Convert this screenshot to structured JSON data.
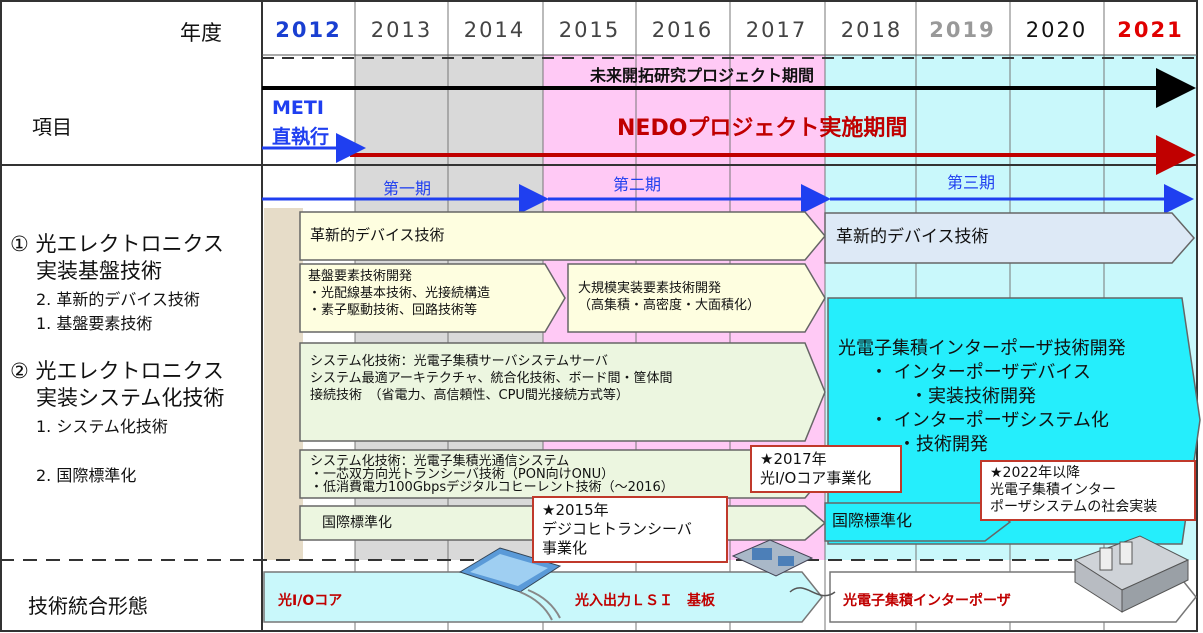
{
  "header": {
    "year_label": "年度",
    "item_label": "項目",
    "integration_label": "技術統合形態"
  },
  "years": [
    {
      "label": "2012",
      "color": "#1a3fd1",
      "bold": true
    },
    {
      "label": "2013",
      "color": "#444",
      "bold": false
    },
    {
      "label": "2014",
      "color": "#444",
      "bold": false
    },
    {
      "label": "2015",
      "color": "#444",
      "bold": false
    },
    {
      "label": "2016",
      "color": "#444",
      "bold": false
    },
    {
      "label": "2017",
      "color": "#444",
      "bold": false
    },
    {
      "label": "2018",
      "color": "#444",
      "bold": false
    },
    {
      "label": "2019",
      "color": "#999",
      "bold": true
    },
    {
      "label": "2020",
      "color": "#111",
      "bold": false
    },
    {
      "label": "2021",
      "color": "#e00000",
      "bold": true
    }
  ],
  "periods": {
    "future": "未来開拓研究プロジェクト期間",
    "meti_line1": "METI",
    "meti_line2": "直執行",
    "nedo": "NEDOプロジェクト実施期間",
    "phase1": "第一期",
    "phase2": "第二期",
    "phase3": "第三期"
  },
  "left_items": {
    "item1_line1": "① 光エレクトロニクス",
    "item1_line2": "実装基盤技術",
    "item1_sub2": "2. 革新的デバイス技術",
    "item1_sub1": "1. 基盤要素技術",
    "item2_line1": "② 光エレクトロニクス",
    "item2_line2": "実装システム化技術",
    "item2_sub1": "1. システム化技術",
    "item2_sub2": "2. 国際標準化"
  },
  "boxes": {
    "device1": "革新的デバイス技術",
    "device3": "革新的デバイス技術",
    "base_title": "基盤要素技術開発",
    "base_b1": "・光配線基本技術、光接続構造",
    "base_b2": "・素子駆動技術、回路技術等",
    "large_l1": "大規模実装要素技術開発",
    "large_l2": "（高集積・高密度・大面積化）",
    "sys1_l1": "システム化技術：光電子集積サーバシステムサーバ",
    "sys1_l2": "システム最適アーキテクチャ、統合化技術、ボード間・筐体間",
    "sys1_l3": "接続技術　（省電力、高信頼性、CPU間光接続方式等）",
    "sys2_l1": "システム化技術：光電子集積光通信システム",
    "sys2_l2": "・一芯双方向光トランシーバ技術（PON向けONU）",
    "sys2_l3": "・低消費電力100Gbpsデジタルコヒーレント技術（～2016）",
    "intl1": "国際標準化",
    "intl3": "国際標準化",
    "inter_l1": "光電子集積インターポーザ技術開発",
    "inter_l2": "・ インターポーザデバイス",
    "inter_l3": "・実装技術開発",
    "inter_l4": "・ インターポーザシステム化",
    "inter_l5": "・技術開発"
  },
  "notes": {
    "n2017_l1": "★2017年",
    "n2017_l2": "光I/Oコア事業化",
    "n2015_l1": "★2015年",
    "n2015_l2": "デジコヒトランシーバ",
    "n2015_l3": "事業化",
    "n2022_l1": "★2022年以降",
    "n2022_l2": "光電子集積インター",
    "n2022_l3": "ポーザシステムの社会実装"
  },
  "integration": {
    "io_core": "光I/Oコア",
    "lsi": "光入出力ＬＳＩ　基板",
    "interposer": "光電子集積インターポーザ"
  },
  "colors": {
    "grey": "#d9d9d9",
    "pink": "#ffc9f5",
    "cyan": "#c9f8fb",
    "tan": "#e6dcc8",
    "yellow": "#fefee0",
    "green": "#ecf6e0",
    "cyan_box": "#25eefc",
    "blue_box": "#dde9f6",
    "red_arrow": "#c00000",
    "blue_arrow": "#1f3ff0"
  }
}
